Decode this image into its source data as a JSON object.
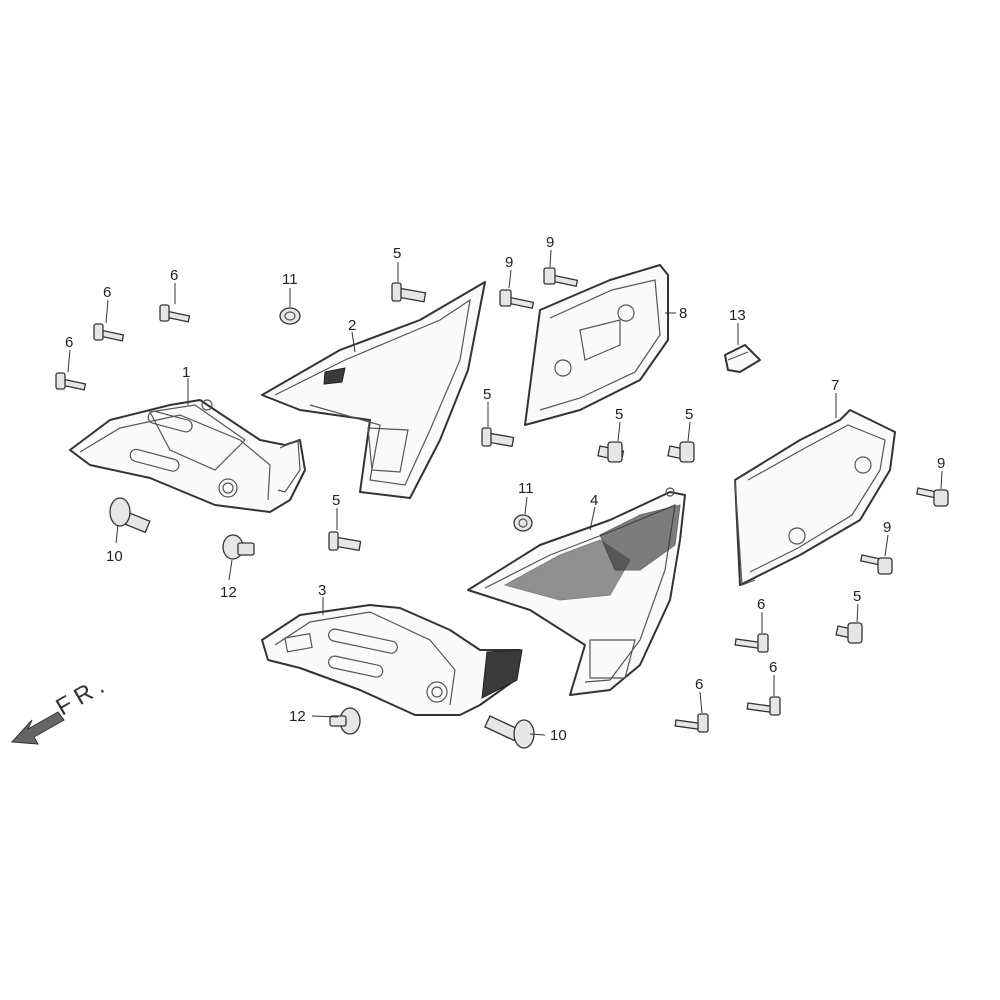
{
  "diagram": {
    "direction_label": "FR.",
    "callouts": {
      "p1": "1",
      "p2": "2",
      "p3": "3",
      "p4": "4",
      "p5a": "5",
      "p5b": "5",
      "p5c": "5",
      "p5d": "5",
      "p5e": "5",
      "p5f": "5",
      "p6a": "6",
      "p6b": "6",
      "p6c": "6",
      "p6d": "6",
      "p6e": "6",
      "p6f": "6",
      "p7": "7",
      "p8": "8",
      "p9a": "9",
      "p9b": "9",
      "p9c": "9",
      "p9d": "9",
      "p10a": "10",
      "p10b": "10",
      "p11a": "11",
      "p11b": "11",
      "p12a": "12",
      "p12b": "12",
      "p13": "13"
    }
  }
}
